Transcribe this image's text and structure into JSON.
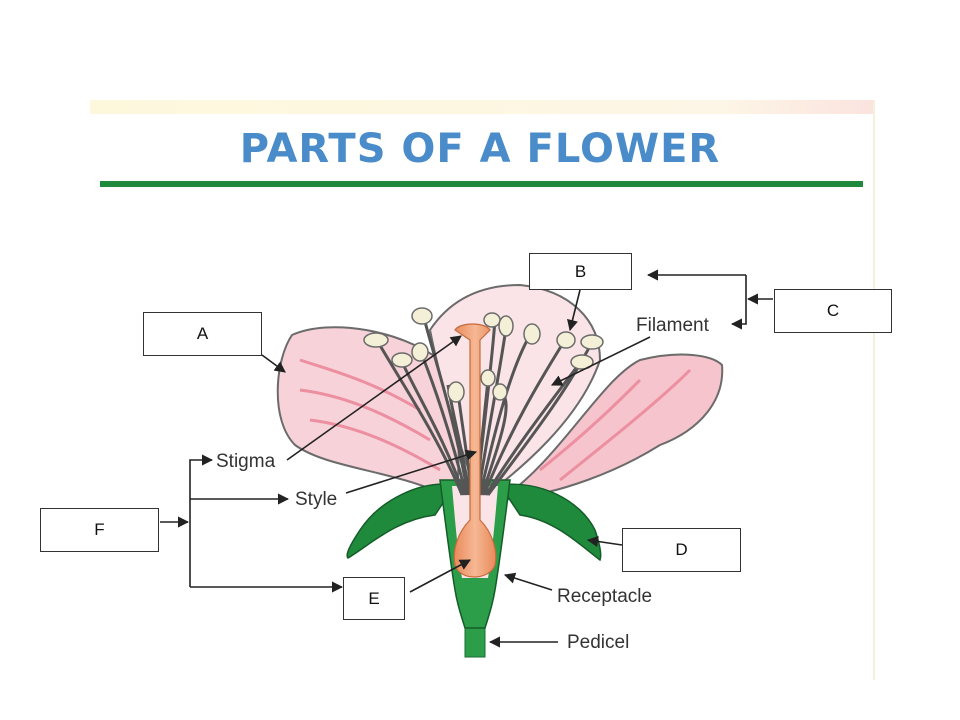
{
  "title": "PARTS OF A FLOWER",
  "labels": {
    "filament": "Filament",
    "stigma": "Stigma",
    "style": "Style",
    "receptacle": "Receptacle",
    "pedicel": "Pedicel"
  },
  "answer_boxes": {
    "a": "A",
    "b": "B",
    "c": "C",
    "d": "D",
    "e": "E",
    "f": "F"
  },
  "colors": {
    "title": "#4a8cc9",
    "rule": "#1f8a3c",
    "petal": "#f8cfd6",
    "petal_vein": "#ec8fa0",
    "sepal": "#1f8a3c",
    "pistil": "#f2a97f"
  }
}
